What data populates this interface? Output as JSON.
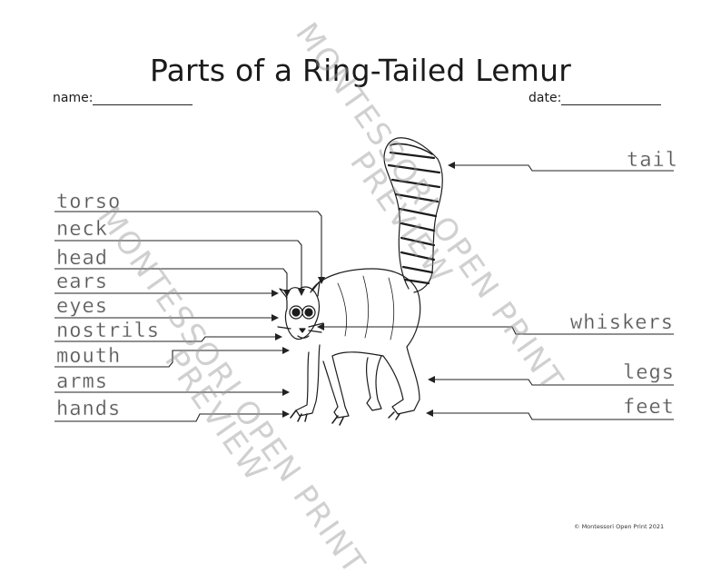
{
  "title": "Parts of a Ring-Tailed Lemur",
  "fields": {
    "name_label": "name:",
    "date_label": "date:"
  },
  "labels_left": [
    "torso",
    "neck",
    "head",
    "ears",
    "eyes",
    "nostrils",
    "mouth",
    "arms",
    "hands"
  ],
  "labels_right": [
    "tail",
    "whiskers",
    "legs",
    "feet"
  ],
  "watermarks": {
    "w1": "MONTESSORI OPEN PRINT",
    "w2": "PREVIEW",
    "w3": "MONTESSORI OPEN PRINT",
    "w4": "PREVIEW"
  },
  "copyright": "© Montessori Open Print 2021"
}
